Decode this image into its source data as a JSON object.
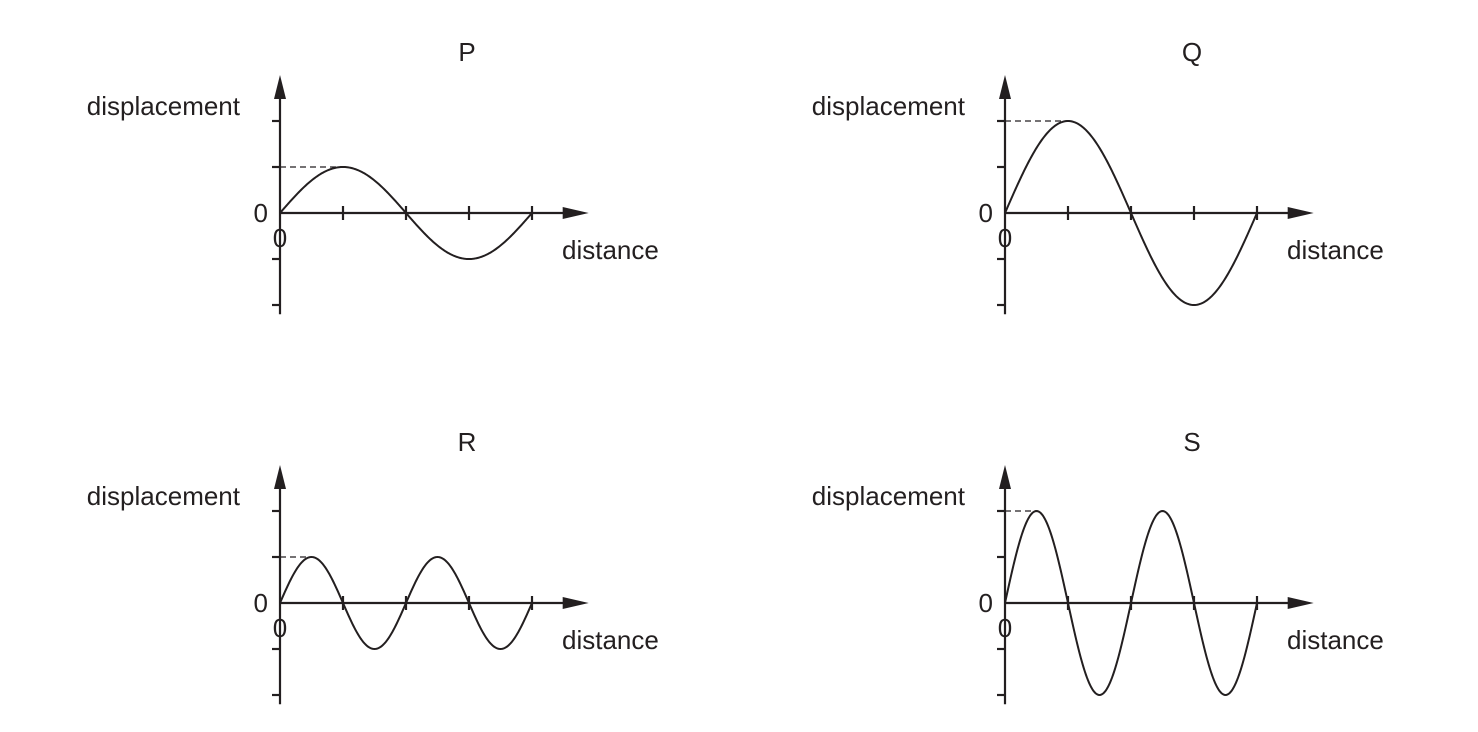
{
  "colors": {
    "ink": "#231f20",
    "background": "#ffffff"
  },
  "chart_data": [
    {
      "type": "line",
      "title": "P",
      "xlabel": "distance",
      "ylabel": "displacement",
      "x_origin_label": "0",
      "y_origin_label": "0",
      "x_ticks": [
        0,
        1,
        2,
        3,
        4
      ],
      "y_ticks": [
        -2,
        -1,
        0,
        1,
        2
      ],
      "xlim": [
        0,
        4.9
      ],
      "ylim": [
        -2.2,
        3.0
      ],
      "grid": false,
      "wave": {
        "amplitude": 1,
        "wavelength": 4
      },
      "reference_line": {
        "y": 1,
        "x_to": 1
      }
    },
    {
      "type": "line",
      "title": "Q",
      "xlabel": "distance",
      "ylabel": "displacement",
      "x_origin_label": "0",
      "y_origin_label": "0",
      "x_ticks": [
        0,
        1,
        2,
        3,
        4
      ],
      "y_ticks": [
        -2,
        -1,
        0,
        1,
        2
      ],
      "xlim": [
        0,
        4.9
      ],
      "ylim": [
        -2.2,
        3.0
      ],
      "grid": false,
      "wave": {
        "amplitude": 2,
        "wavelength": 4
      },
      "reference_line": {
        "y": 2,
        "x_to": 1
      }
    },
    {
      "type": "line",
      "title": "R",
      "xlabel": "distance",
      "ylabel": "displacement",
      "x_origin_label": "0",
      "y_origin_label": "0",
      "x_ticks": [
        0,
        1,
        2,
        3,
        4
      ],
      "y_ticks": [
        -2,
        -1,
        0,
        1,
        2
      ],
      "xlim": [
        0,
        4.9
      ],
      "ylim": [
        -2.2,
        3.0
      ],
      "grid": false,
      "wave": {
        "amplitude": 1,
        "wavelength": 2
      },
      "reference_line": {
        "y": 1,
        "x_to": 0.5
      }
    },
    {
      "type": "line",
      "title": "S",
      "xlabel": "distance",
      "ylabel": "displacement",
      "x_origin_label": "0",
      "y_origin_label": "0",
      "x_ticks": [
        0,
        1,
        2,
        3,
        4
      ],
      "y_ticks": [
        -2,
        -1,
        0,
        1,
        2
      ],
      "xlim": [
        0,
        4.9
      ],
      "ylim": [
        -2.2,
        3.0
      ],
      "grid": false,
      "wave": {
        "amplitude": 2,
        "wavelength": 2
      },
      "reference_line": {
        "y": 2,
        "x_to": 0.5
      }
    }
  ]
}
